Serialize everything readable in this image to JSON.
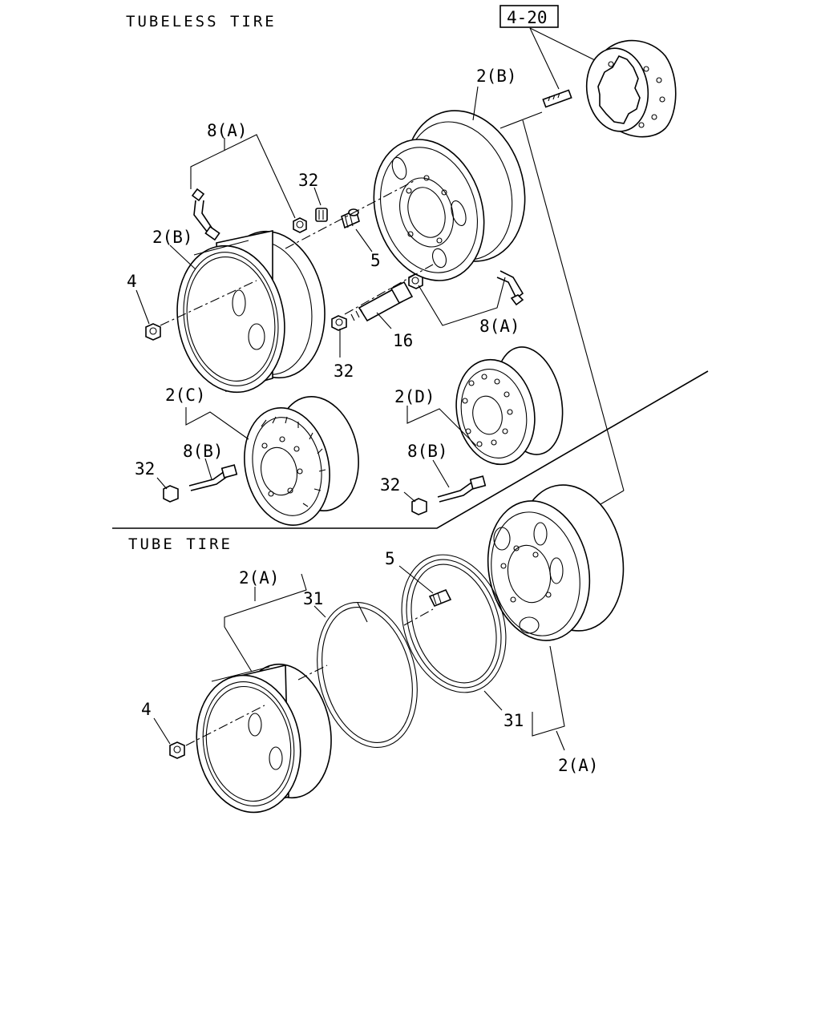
{
  "sections": {
    "tubeless": "TUBELESS TIRE",
    "tube": "TUBE TIRE"
  },
  "reference": "4-20",
  "labels": {
    "l2b_top": "2(B)",
    "l8a_top": "8(A)",
    "l32_top": "32",
    "l2b_left": "2(B)",
    "l5_top": "5",
    "l4_top": "4",
    "l16": "16",
    "l8a_right": "8(A)",
    "l32_mid": "32",
    "l2c": "2(C)",
    "l2d": "2(D)",
    "l8b_left": "8(B)",
    "l8b_right": "8(B)",
    "l32_left": "32",
    "l32_right": "32",
    "l2a_top": "2(A)",
    "l31_top": "31",
    "l5_bottom": "5",
    "l4_bottom": "4",
    "l31_bottom": "31",
    "l2a_bottom": "2(A)"
  },
  "icons": [
    "wheel-rim",
    "hub-flange",
    "lug-nut",
    "valve-stem",
    "tire-tube",
    "flap-ring",
    "stud-bolt"
  ]
}
